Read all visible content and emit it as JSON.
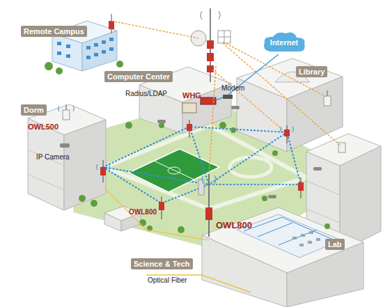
{
  "diagram": {
    "nodes": [
      {
        "text": [
          "Remote Campus"
        ]
      },
      {
        "text": [
          "Internet"
        ]
      },
      {
        "text": [
          "Library"
        ]
      },
      {
        "text": [
          "Computer Center"
        ]
      },
      {
        "text": [
          "Dorm"
        ]
      },
      {
        "text": [
          "Lab"
        ]
      },
      {
        "text": [
          "Science & Tech"
        ]
      }
    ],
    "labels": [
      "Radius/LDAP",
      "WHG",
      "Modem",
      "OWL500",
      "IP Camera",
      "OWL800",
      "OWL800",
      "Optical Fiber"
    ]
  }
}
